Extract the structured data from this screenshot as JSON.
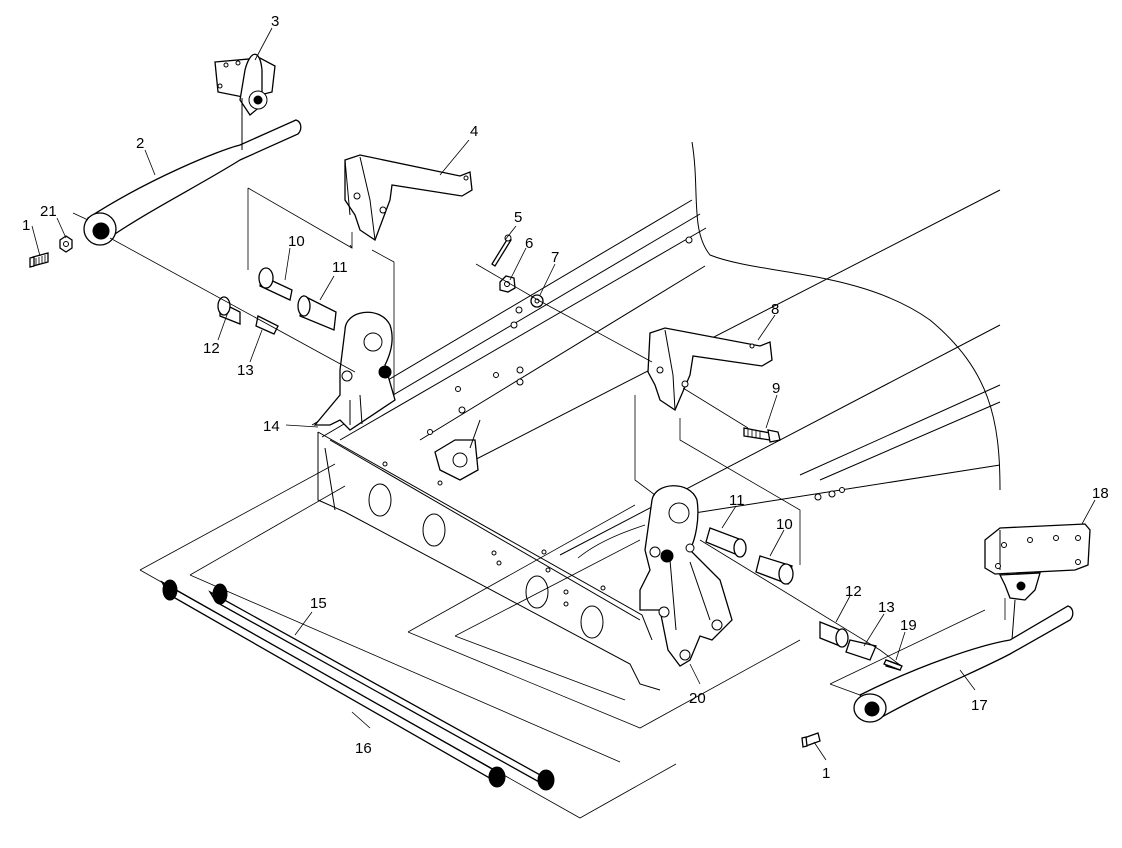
{
  "diagram": {
    "callouts": [
      {
        "id": "c1a",
        "text": "1"
      },
      {
        "id": "c21",
        "text": "21"
      },
      {
        "id": "c2",
        "text": "2"
      },
      {
        "id": "c3",
        "text": "3"
      },
      {
        "id": "c4",
        "text": "4"
      },
      {
        "id": "c10a",
        "text": "10"
      },
      {
        "id": "c11a",
        "text": "11"
      },
      {
        "id": "c5",
        "text": "5"
      },
      {
        "id": "c6",
        "text": "6"
      },
      {
        "id": "c7",
        "text": "7"
      },
      {
        "id": "c8",
        "text": "8"
      },
      {
        "id": "c9",
        "text": "9"
      },
      {
        "id": "c12a",
        "text": "12"
      },
      {
        "id": "c13a",
        "text": "13"
      },
      {
        "id": "c14",
        "text": "14"
      },
      {
        "id": "c11b",
        "text": "11"
      },
      {
        "id": "c10b",
        "text": "10"
      },
      {
        "id": "c18",
        "text": "18"
      },
      {
        "id": "c12b",
        "text": "12"
      },
      {
        "id": "c13b",
        "text": "13"
      },
      {
        "id": "c19",
        "text": "19"
      },
      {
        "id": "c15",
        "text": "15"
      },
      {
        "id": "c16",
        "text": "16"
      },
      {
        "id": "c20",
        "text": "20"
      },
      {
        "id": "c17",
        "text": "17"
      },
      {
        "id": "c1b",
        "text": "1"
      }
    ]
  }
}
